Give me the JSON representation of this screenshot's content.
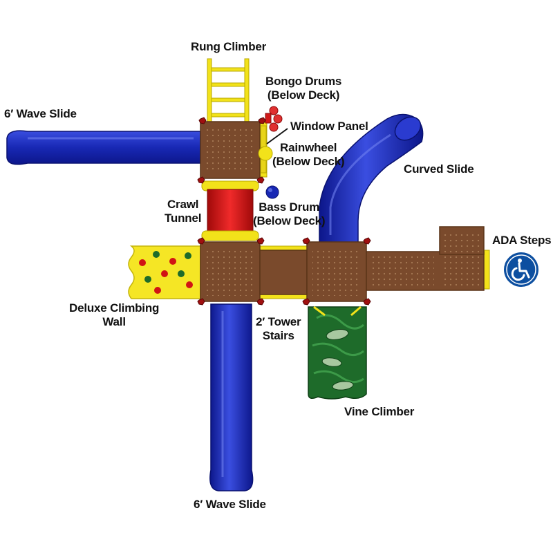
{
  "colors": {
    "deck": "#7a4a2c",
    "deck_light": "#8b5a36",
    "slide_blue": "#1828b4",
    "slide_blue_light": "#3a4ee0",
    "yellow": "#f2e21a",
    "tunnel_red": "#e01818",
    "vine_green": "#1e6b2a",
    "post_red": "#a01010",
    "ada_blue": "#0d4fa0"
  },
  "labels": {
    "rung_climber": "Rung Climber",
    "bongo_drums": [
      "Bongo Drums",
      "(Below Deck)"
    ],
    "wave_slide_top": "6′ Wave Slide",
    "window_panel": "Window Panel",
    "rainwheel": [
      "Rainwheel",
      "(Below Deck)"
    ],
    "curved_slide": "Curved Slide",
    "crawl_tunnel": [
      "Crawl",
      "Tunnel"
    ],
    "bass_drum": [
      "Bass Drum",
      "(Below Deck)"
    ],
    "ada_steps": "ADA Steps",
    "deluxe_climbing_wall": [
      "Deluxe Climbing",
      "Wall"
    ],
    "tower_stairs": [
      "2′ Tower",
      "Stairs"
    ],
    "vine_climber": "Vine Climber",
    "wave_slide_bottom": "6′ Wave Slide"
  },
  "icons": {
    "accessibility": "wheelchair-icon"
  }
}
